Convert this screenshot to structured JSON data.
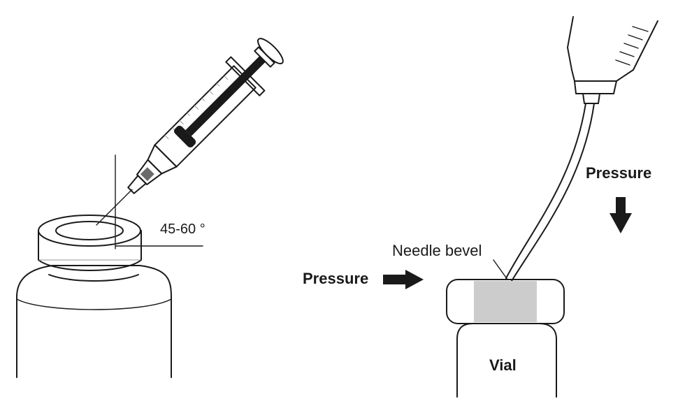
{
  "labels": {
    "angle": "45-60 °",
    "needle_bevel": "Needle bevel",
    "pressure_left": "Pressure",
    "pressure_top": "Pressure",
    "vial": "Vial"
  },
  "icons": {
    "syringe_left": "syringe-icon",
    "syringe_right": "syringe-icon",
    "arrow_right": "arrow-right-icon",
    "arrow_down": "arrow-down-icon"
  },
  "colors": {
    "ink": "#1a1a1a",
    "septum_gray": "#cccccc"
  }
}
